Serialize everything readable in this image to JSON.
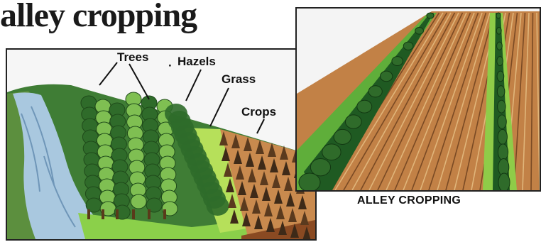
{
  "title": "alley cropping",
  "labels": {
    "trees": "Trees",
    "hazels": "Hazels",
    "grass": "Grass",
    "crops": "Crops"
  },
  "caption": "ALLEY CROPPING",
  "colors": {
    "river": "#a9c8df",
    "tree_dark": "#2f6b2a",
    "tree_light": "#7fbf52",
    "grass": "#b6e05a",
    "crop": "#b06a34",
    "soil": "#8a4a22"
  }
}
